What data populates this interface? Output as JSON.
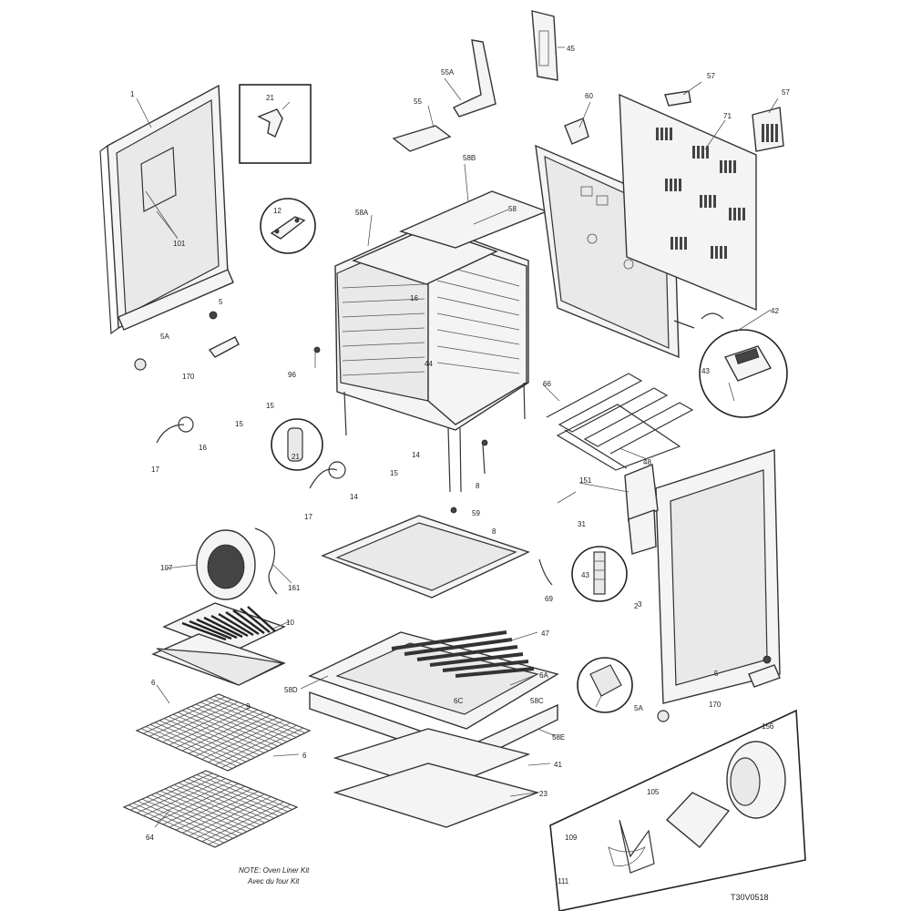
{
  "diagram": {
    "note_line1": "NOTE: Oven Liner Kit",
    "note_line2": "Avec du four Kit",
    "drawing_code": "T30V0518",
    "callouts": {
      "c1": "1",
      "c101": "101",
      "c21": "21",
      "c12": "12",
      "c58A": "58A",
      "c58B": "58B",
      "c58": "58",
      "c55A": "55A",
      "c55": "55",
      "c45": "45",
      "c60": "60",
      "c57a": "57",
      "c57b": "57",
      "c71": "71",
      "c42": "42",
      "c43a": "43",
      "c16": "16",
      "c5a": "5",
      "c5b": "5",
      "c5Aa": "5A",
      "c5Ab": "5A",
      "c170a": "170",
      "c170b": "170",
      "c96": "96",
      "c44": "44",
      "c15a": "15",
      "c15b": "15",
      "c15c": "15",
      "c14a": "14",
      "c14b": "14",
      "c16b": "16",
      "c17a": "17",
      "c17b": "17",
      "c21b": "21",
      "c8": "8",
      "c59": "59",
      "c66": "66",
      "c48": "48",
      "c151": "151",
      "c31": "31",
      "c107": "107",
      "c161": "161",
      "c8b": "8",
      "c43b": "43",
      "c69": "69",
      "c10": "10",
      "c47": "47",
      "c3": "3",
      "c9": "9",
      "c6": "6",
      "c6b": "6",
      "c6A": "6A",
      "c6C": "6C",
      "c58D": "58D",
      "c58C": "58C",
      "c58E": "58E",
      "c41": "41",
      "c23": "23",
      "c64": "64",
      "c2": "2",
      "c156": "156",
      "c105": "105",
      "c109": "109",
      "c111": "111"
    }
  }
}
